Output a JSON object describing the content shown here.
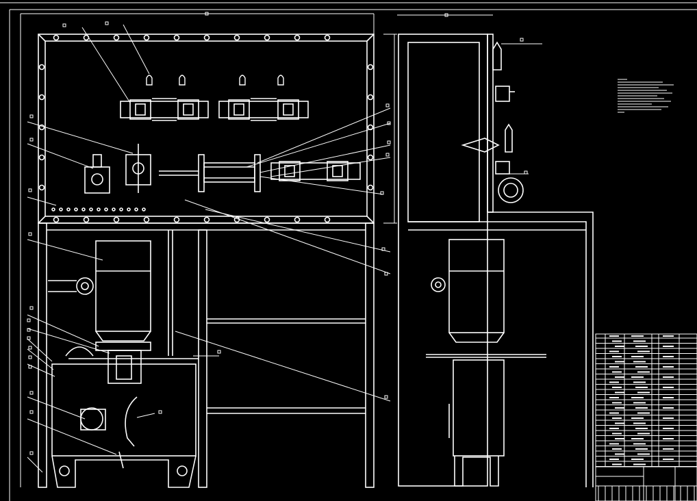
{
  "colors": {
    "background": "#000000",
    "line": "#ffffff"
  },
  "drawing": {
    "front_view": {
      "callout_count": 24
    },
    "side_view": {
      "callout_count": 2
    },
    "title_block": {
      "rows": 26
    }
  }
}
